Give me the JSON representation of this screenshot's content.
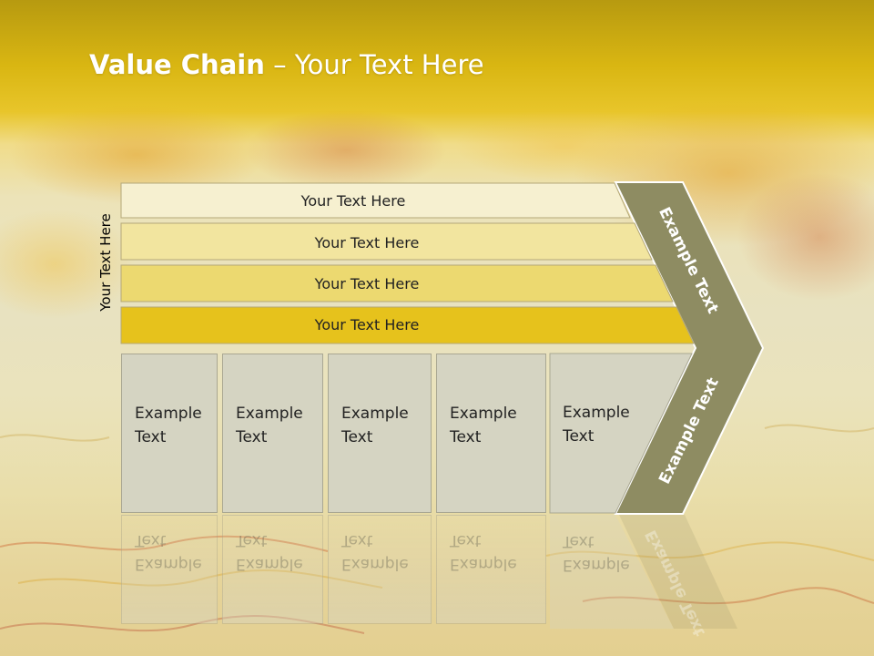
{
  "slide": {
    "title_bold": "Value Chain",
    "title_rest": " – Your Text Here",
    "side_label": "Your Text Here"
  },
  "bands": [
    {
      "label": "Your Text Here",
      "color": "#f6f0d0"
    },
    {
      "label": "Your Text Here",
      "color": "#f2e59f"
    },
    {
      "label": "Your Text Here",
      "color": "#ecd970"
    },
    {
      "label": "Your Text Here",
      "color": "#e6c21c"
    }
  ],
  "columns": [
    {
      "label": "Example\nText"
    },
    {
      "label": "Example\nText"
    },
    {
      "label": "Example\nText"
    },
    {
      "label": "Example\nText"
    },
    {
      "label": "Example\nText"
    }
  ],
  "chevron": {
    "upper_label": "Example Text",
    "lower_label": "Example Text",
    "color": "#8e8c62"
  }
}
